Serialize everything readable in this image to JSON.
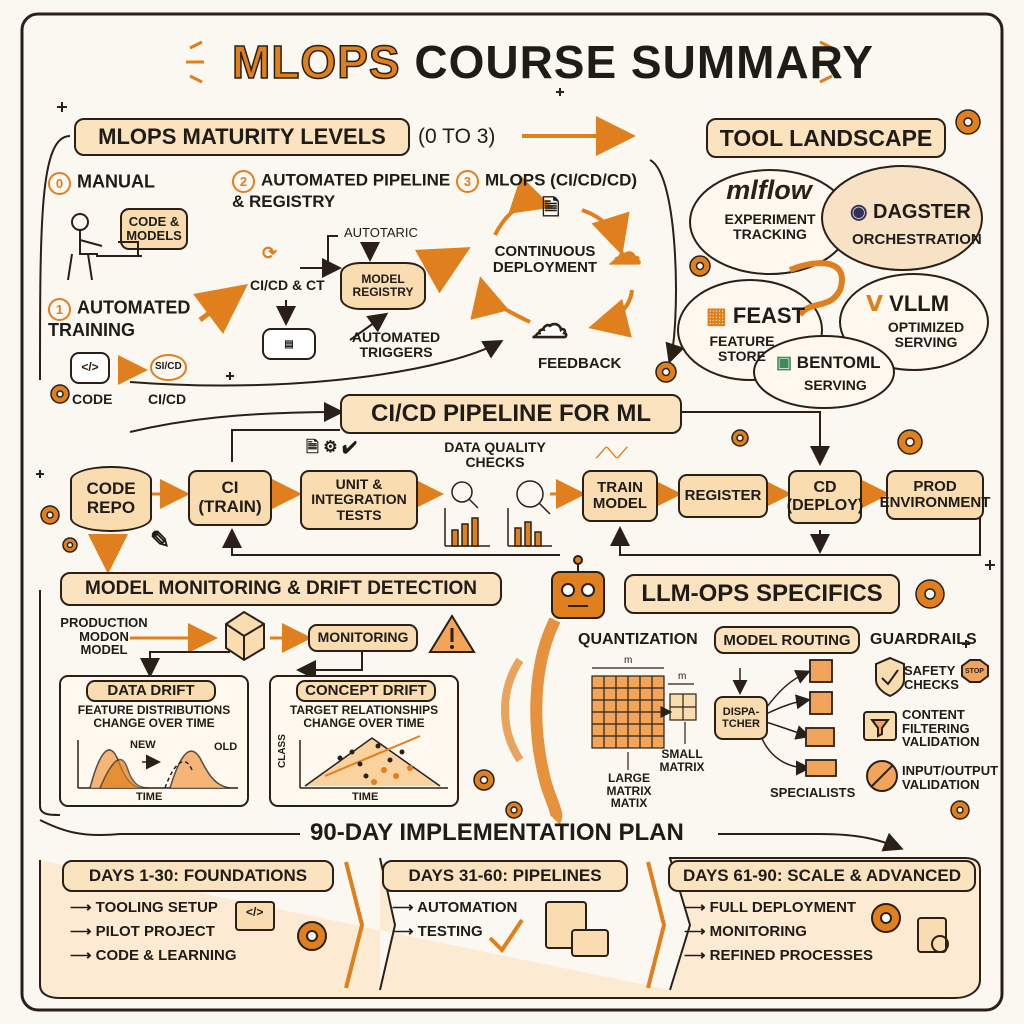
{
  "title": {
    "accent": "MLOPS",
    "rest": "COURSE SUMMARY"
  },
  "maturity": {
    "heading": "MLOPS MATURITY LEVELS",
    "range": "(0 TO 3)",
    "level0": {
      "num": "0",
      "label": "MANUAL",
      "note": "CODE & MODELS"
    },
    "level1": {
      "num": "1",
      "label": "AUTOMATED TRAINING",
      "code": "CODE",
      "cicd": "CI/CD",
      "badge": "SI/CD"
    },
    "level2": {
      "num": "2",
      "label": "AUTOMATED PIPELINE & REGISTRY",
      "autotaric": "AUTOTARIC",
      "cicdct": "CI/CD & CT",
      "registry": "MODEL REGISTRY",
      "triggers": "AUTOMATED TRIGGERS"
    },
    "level3": {
      "num": "3",
      "label": "MLOPS (CI/CD/CD)",
      "deploy": "CONTINUOUS DEPLOYMENT",
      "feedback": "FEEDBACK"
    }
  },
  "tools": {
    "heading": "TOOL LANDSCAPE",
    "mlflow": {
      "name": "mlflow",
      "desc": "EXPERIMENT TRACKING"
    },
    "dagster": {
      "name": "DAGSTER",
      "desc": "ORCHESTRATION"
    },
    "feast": {
      "name": "FEAST",
      "desc": "FEATURE STORE"
    },
    "vllm": {
      "name": "VLLM",
      "desc": "OPTIMIZED SERVING"
    },
    "bentoml": {
      "name": "BENTOML",
      "desc": "SERVING"
    }
  },
  "cicd": {
    "heading": "CI/CD PIPELINE FOR ML",
    "stages": {
      "repo": "CODE REPO",
      "ci": "CI (TRAIN)",
      "tests": "UNIT & INTEGRATION TESTS",
      "dq": "DATA QUALITY CHECKS",
      "train": "TRAIN MODEL",
      "register": "REGISTER",
      "cd": "CD (DEPLOY)",
      "prod": "PROD ENVIRONMENT"
    }
  },
  "monitoring": {
    "heading": "MODEL MONITORING & DRIFT DETECTION",
    "production": "PRODUCTION MODON MODEL",
    "monitor": "MONITORING",
    "data_drift": {
      "title": "DATA DRIFT",
      "desc": "FEATURE DISTRIBUTIONS CHANGE OVER TIME",
      "new": "NEW",
      "old": "OLD",
      "xlabel": "TIME"
    },
    "concept_drift": {
      "title": "CONCEPT DRIFT",
      "desc": "TARGET RELATIONSHIPS CHANGE OVER TIME",
      "ylabel": "CLASS",
      "xlabel": "TIME"
    }
  },
  "llm": {
    "heading": "LLM-OPS SPECIFICS",
    "quant": {
      "title": "QUANTIZATION",
      "m1": "m",
      "m2": "m",
      "small": "SMALL MATRIX",
      "large": "LARGE MATRIX MATIX"
    },
    "routing": {
      "title": "MODEL ROUTING",
      "dispatcher": "DISPA- TCHER",
      "specialists": "SPECIALISTS"
    },
    "guard": {
      "title": "GUARDRAILS",
      "safety": "SAFETY CHECKS",
      "stop": "STOP",
      "content": "CONTENT FILTERING VALIDATION",
      "io": "INPUT/OUTPUT VALIDATION"
    }
  },
  "plan": {
    "heading": "90-DAY IMPLEMENTATION PLAN",
    "phase1": {
      "title": "DAYS 1-30: FOUNDATIONS",
      "items": [
        "TOOLING SETUP",
        "PILOT PROJECT",
        "CODE  & LEARNING"
      ]
    },
    "phase2": {
      "title": "DAYS 31-60: PIPELINES",
      "items": [
        "AUTOMATION",
        "TESTING"
      ]
    },
    "phase3": {
      "title": "DAYS 61-90: SCALE & ADVANCED",
      "items": [
        "FULL DEPLOYMENT",
        "MONITORING",
        "REFINED PROCESSES"
      ]
    }
  },
  "colors": {
    "accent": "#e07f1d",
    "fill": "#f9dcb0",
    "ink": "#1f1b16",
    "paper": "#fbf8f1"
  }
}
